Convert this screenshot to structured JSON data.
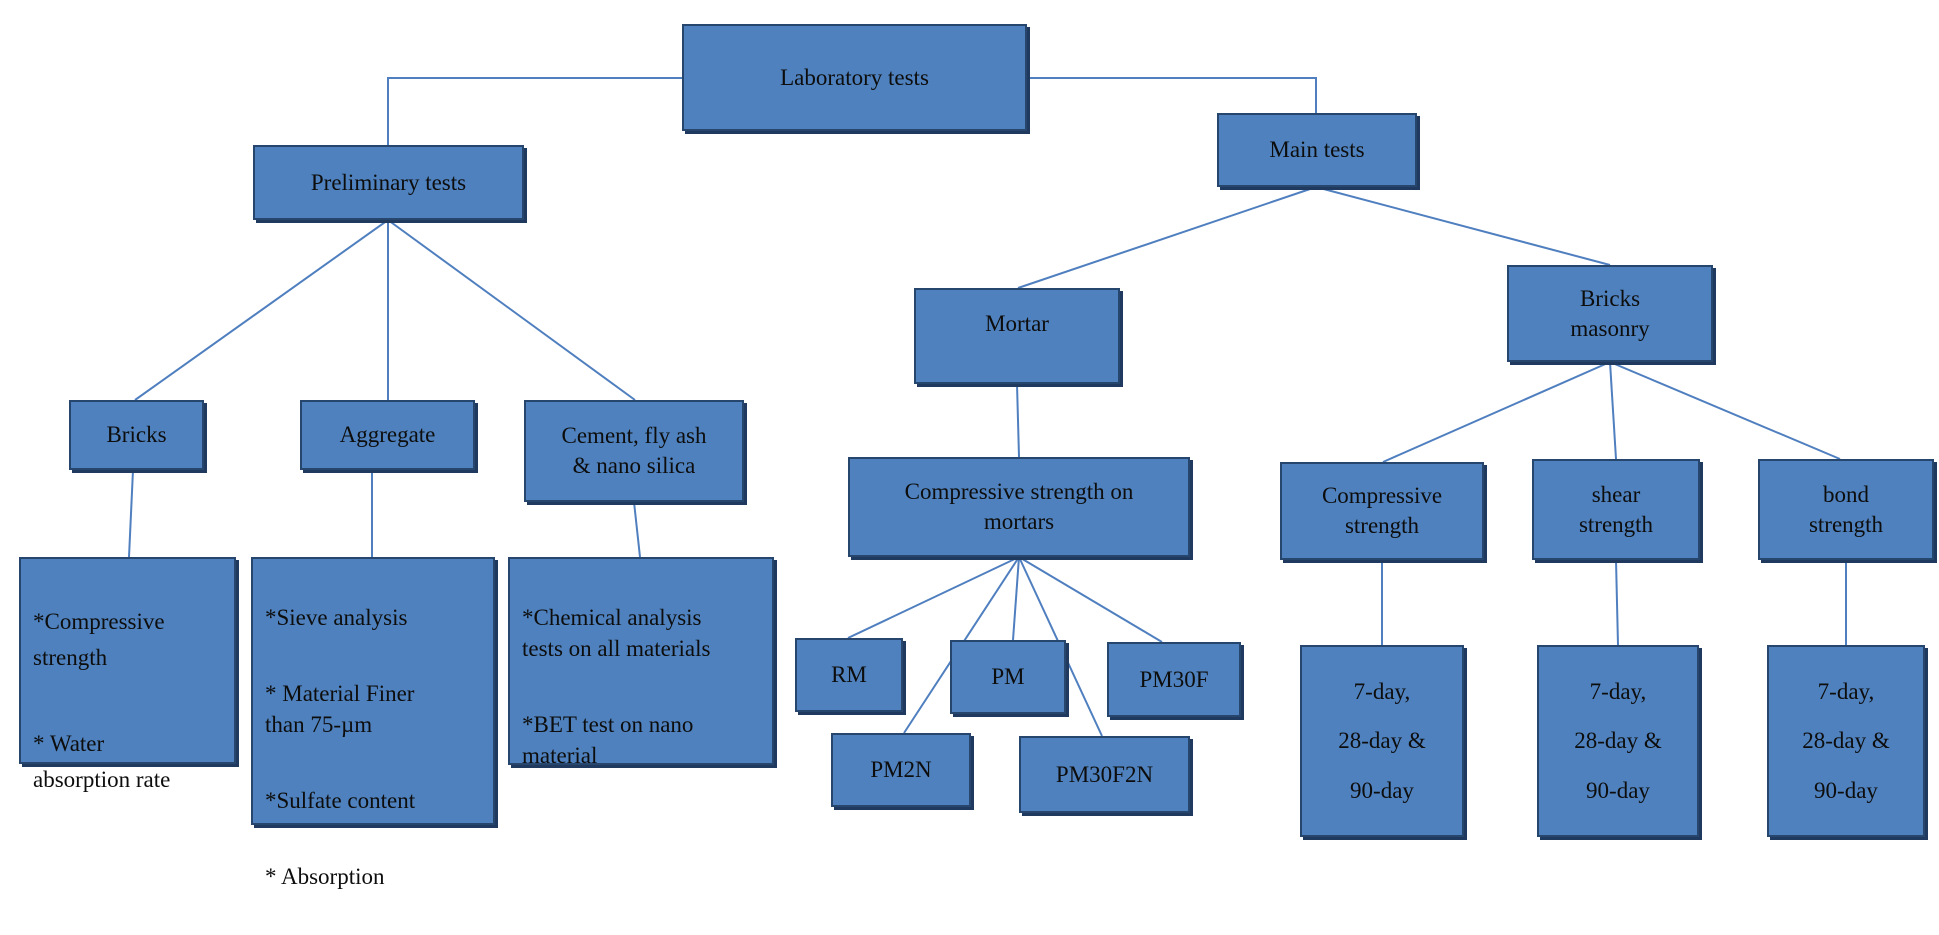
{
  "diagram": {
    "root": "Laboratory tests",
    "preliminary": "Preliminary tests",
    "main": "Main tests",
    "bricks": "Bricks",
    "aggregate": "Aggregate",
    "cement": "Cement, fly ash\n& nano silica",
    "bricks_tests": [
      "*Compressive\nstrength",
      "* Water\nabsorption rate"
    ],
    "aggregate_tests": [
      "*Sieve analysis",
      "* Material Finer\nthan 75-µm",
      "*Sulfate content",
      "* Absorption"
    ],
    "cement_tests": [
      "*Chemical analysis\ntests on all materials",
      "*BET test on nano\nmaterial"
    ],
    "mortar": "Mortar",
    "bricks_masonry": "Bricks\nmasonry",
    "comp_mortars": "Compressive strength on\nmortars",
    "rm": "RM",
    "pm": "PM",
    "pm30f": "PM30F",
    "pm2n": "PM2N",
    "pm30f2n": "PM30F2N",
    "compressive": "Compressive\nstrength",
    "shear": "shear\nstrength",
    "bond": "bond\nstrength",
    "ages_1": "7-day,\n28-day &\n90-day",
    "ages_2": "7-day,\n28-day &\n90-day",
    "ages_3": "7-day,\n28-day &\n90-day"
  },
  "colors": {
    "box_fill": "#4e81bd",
    "box_border": "#27466e",
    "connector": "#4f7fbf"
  }
}
